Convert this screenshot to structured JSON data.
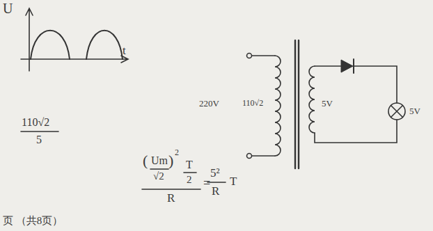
{
  "diagram": {
    "labels": [
      "U",
      "t",
      "110√2",
      "5",
      "220V",
      "110√2",
      "5V",
      "5V",
      "(",
      "Um",
      "√2",
      ")",
      "2",
      "T",
      "2",
      "R",
      "=",
      "5²",
      "R",
      "T",
      "页 （共8页）"
    ]
  }
}
